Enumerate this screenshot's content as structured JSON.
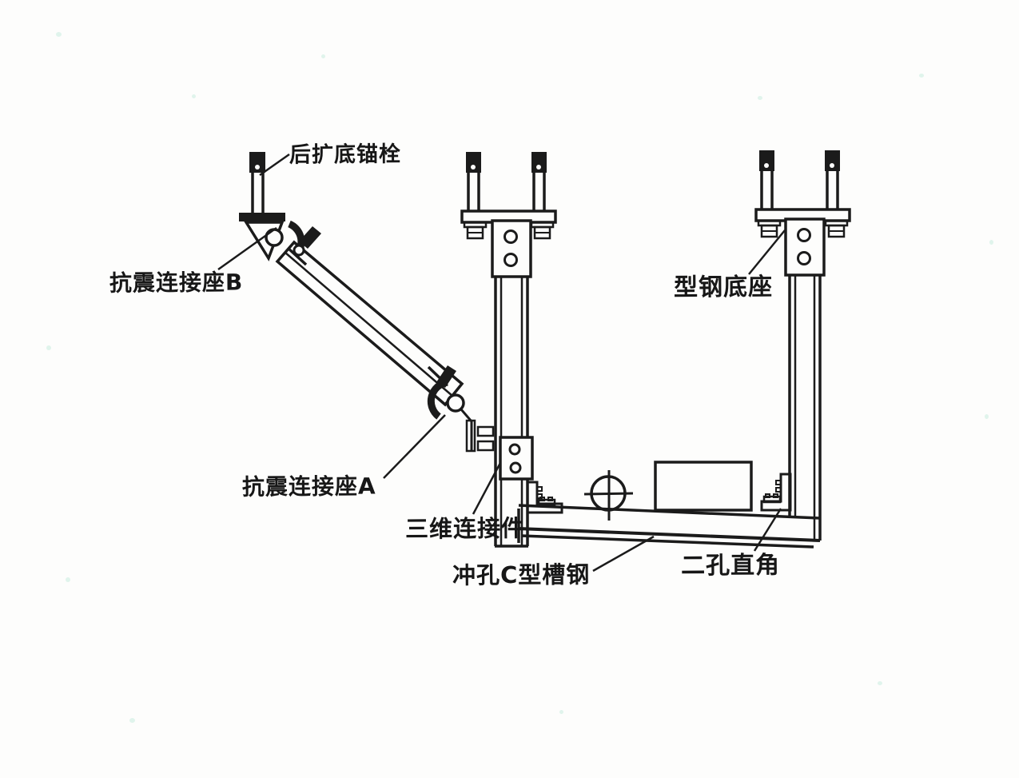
{
  "diagram": {
    "type": "technical-line-drawing",
    "subject": "seismic-bracket-assembly",
    "labels": {
      "rear_expansion_anchor_bolt": "后扩底锚栓",
      "seismic_connector_seat_b": "抗震连接座B",
      "section_steel_base": "型钢底座",
      "seismic_connector_seat_a": "抗震连接座A",
      "three_dimensional_connector": "三维连接件",
      "punched_c_channel": "冲孔C型槽钢",
      "two_hole_right_angle": "二孔直角"
    },
    "colors": {
      "line": "#1b1b1b",
      "background": "#fdfdfc",
      "speckle": "#c9ecdf"
    }
  }
}
